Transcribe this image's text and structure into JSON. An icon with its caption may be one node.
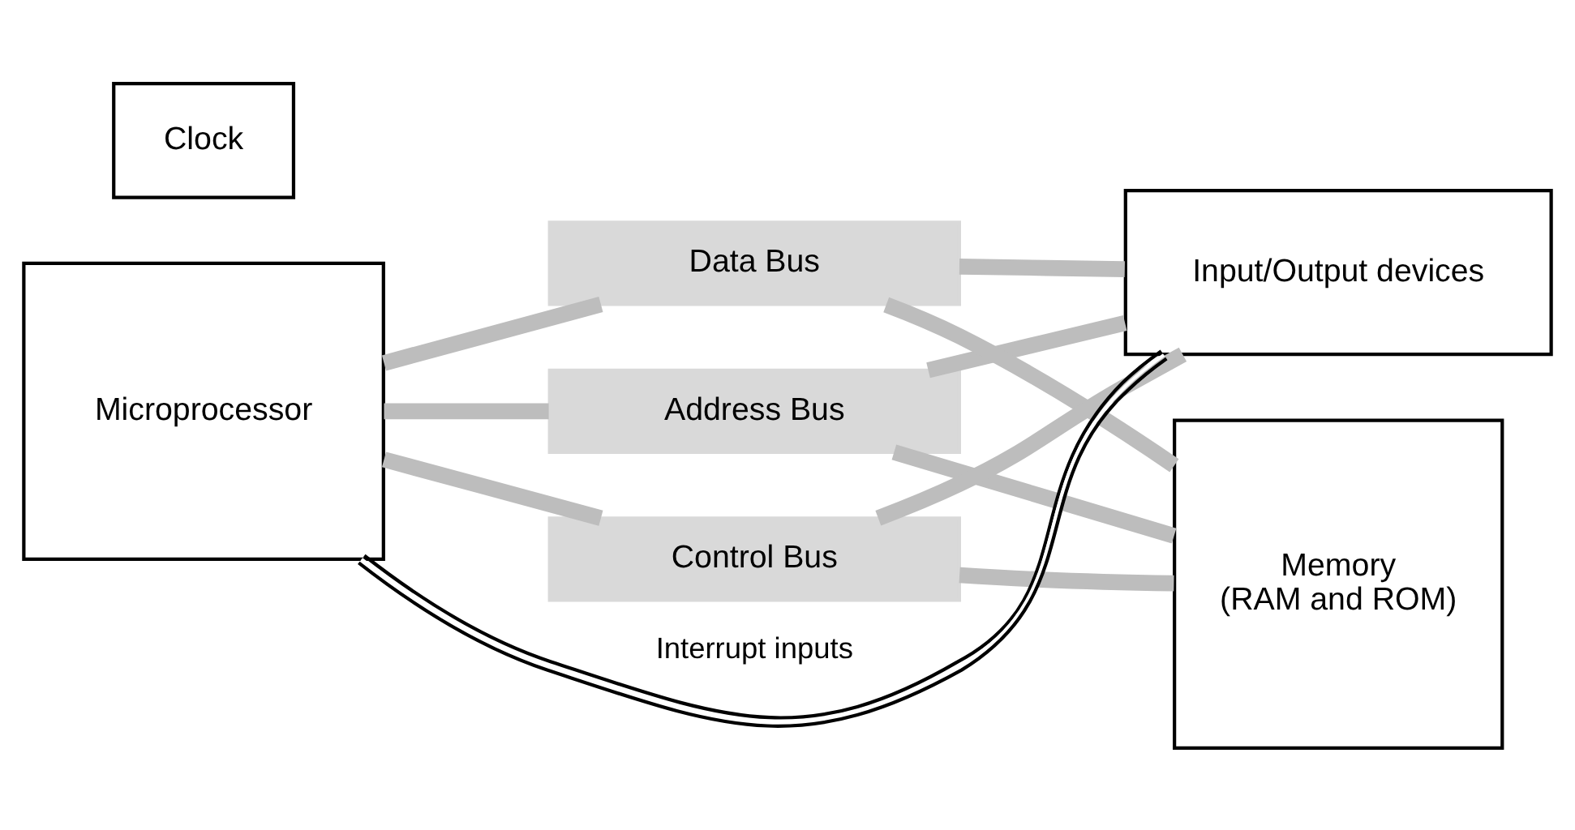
{
  "diagram": {
    "nodes": [
      {
        "text": [
          "Microprocessor"
        ]
      },
      {
        "text": [
          "Clock"
        ]
      },
      {
        "text": [
          "Address Bus"
        ]
      },
      {
        "text": [
          "Data Bus"
        ]
      },
      {
        "text": [
          "Control Bus"
        ]
      },
      {
        "text": [
          "Memory",
          "(RAM and ROM)"
        ]
      },
      {
        "text": [
          "Input/Output devices"
        ]
      }
    ],
    "edges": [
      {
        "from": 0,
        "to": 2,
        "arrow": "none"
      },
      {
        "from": 2,
        "to": 5,
        "arrow": "none"
      },
      {
        "from": 2,
        "to": 6,
        "arrow": "none"
      },
      {
        "from": 0,
        "to": 3,
        "arrow": "none"
      },
      {
        "from": 3,
        "to": 5,
        "arrow": "none"
      },
      {
        "from": 3,
        "to": 6,
        "arrow": "none"
      },
      {
        "from": 0,
        "to": 4,
        "arrow": "none"
      },
      {
        "from": 4,
        "to": 5,
        "arrow": "none"
      },
      {
        "from": 4,
        "to": 6,
        "arrow": "none"
      },
      {
        "from": 6,
        "to": 0,
        "arrow": "none",
        "label": "Interrupt inputs",
        "color": "#000000"
      }
    ]
  }
}
